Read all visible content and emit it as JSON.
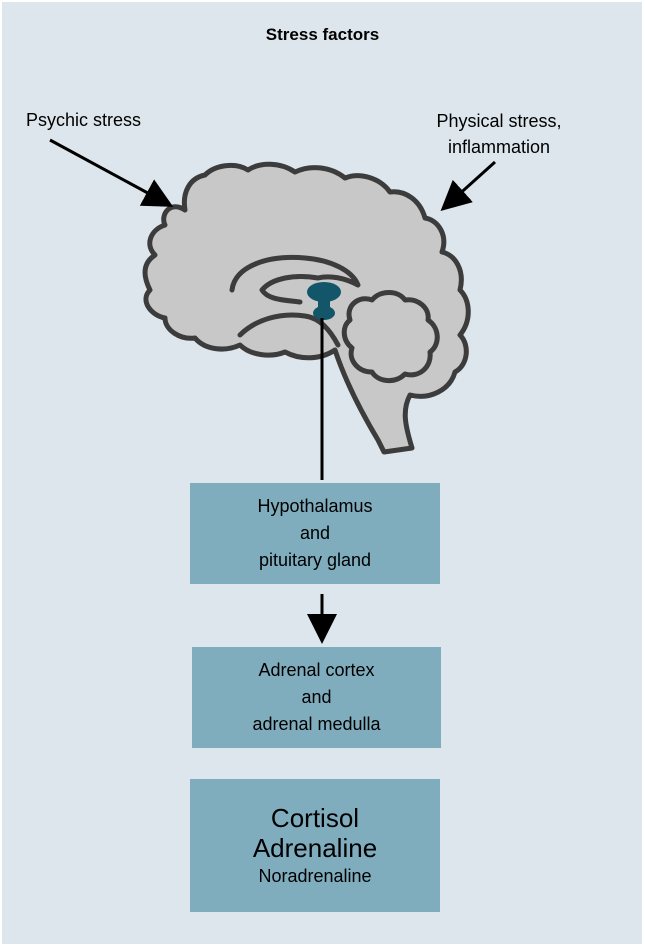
{
  "title": "Stress factors",
  "inputs": {
    "left": "Psychic stress",
    "right_line1": "Physical stress,",
    "right_line2": "inflammation"
  },
  "boxes": [
    {
      "lines": [
        "Hypothalamus",
        "and",
        "pituitary gland"
      ]
    },
    {
      "lines": [
        "Adrenal cortex",
        "and",
        "adrenal medulla"
      ]
    },
    {
      "lines": [
        "Cortisol",
        "Adrenaline",
        "Noradrenaline"
      ]
    }
  ],
  "colors": {
    "background": "#dde6ec",
    "box_fill": "#7fadbe",
    "brain_fill": "#c8c8c8",
    "brain_outline": "#3c3c3c",
    "pituitary": "#13566a"
  }
}
